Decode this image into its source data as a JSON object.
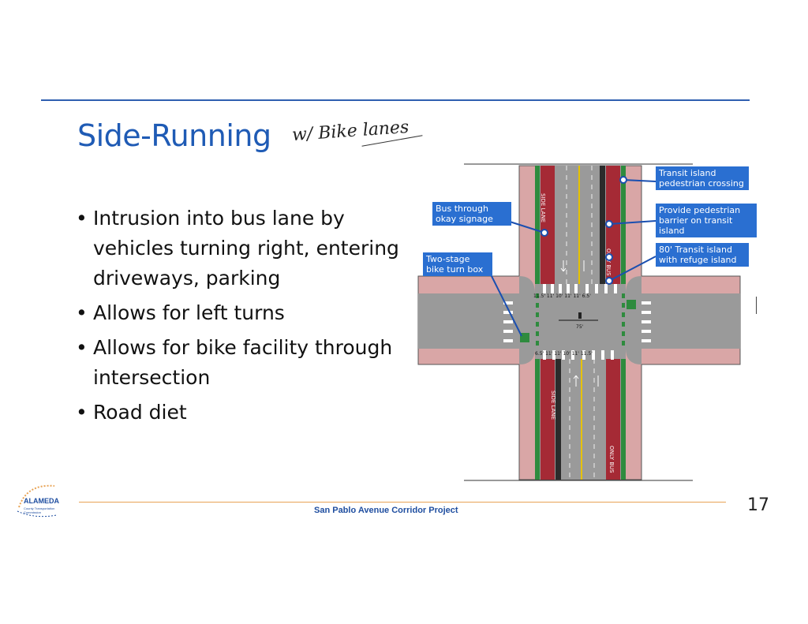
{
  "slide": {
    "title": "Side-Running",
    "handwritten_note": "w/ Bike lanes",
    "bullets": [
      "Intrusion into bus lane by vehicles turning right, entering driveways, parking",
      "Allows for left turns",
      "Allows for bike facility through intersection",
      "Road diet"
    ],
    "page_number": "17"
  },
  "footer": {
    "project": "San Pablo Avenue Corridor Project",
    "logo_name": "ALAMEDA",
    "logo_sub": "County Transportation Commission"
  },
  "diagram": {
    "callouts": {
      "bus_through": "Bus through okay signage",
      "two_stage": "Two-stage bike turn box",
      "transit_crossing": "Transit island pedestrian crossing",
      "pedestrian_barrier": "Provide pedestrian barrier on transit island",
      "transit_island": "80' Transit island with refuge island"
    },
    "lane_marking_top": "ONLY BUS",
    "lane_marking_bottom": "ONLY BUS",
    "lane_marking_left_top": "SIDE LANE",
    "lane_marking_left_bottom": "SIDE LANE",
    "dimension_label": "75'",
    "lane_widths_top": "11.5' 11' 10' 11' 11' 6.5'",
    "lane_widths_bottom": "6.5' 11' 11' 10' 11' 11.5'",
    "colors": {
      "sidewalk": "#d9a6a6",
      "road": "#9a9a9a",
      "bus_lane": "#a52a35",
      "bike_lane": "#2e8b3e",
      "callout": "#2a6fd1"
    }
  }
}
